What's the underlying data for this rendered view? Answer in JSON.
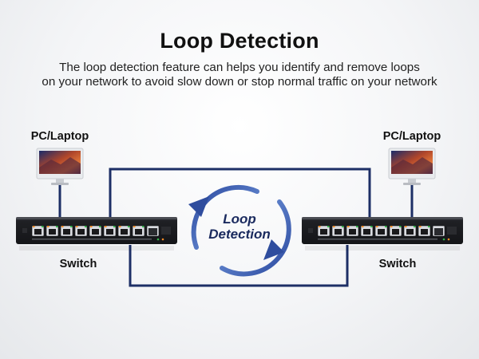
{
  "title": "Loop Detection",
  "description": {
    "line1": "The loop detection feature can helps you identify and remove loops",
    "line2": "on your network to avoid slow down or stop normal traffic on your network"
  },
  "left": {
    "pc_label": "PC/Laptop",
    "switch_label": "Switch"
  },
  "right": {
    "pc_label": "PC/Laptop",
    "switch_label": "Switch"
  },
  "center": {
    "line1": "Loop",
    "line2": "Detection"
  },
  "colors": {
    "loop_line": "#1d2f66",
    "cycle_arrow_dark": "#2c4aa0",
    "cycle_arrow_light": "#6f96dc",
    "switch_body": "#1b1c1f",
    "port_orange": "#f08a24",
    "port_green": "#33b24a"
  },
  "icons": {
    "pc": "monitor-icon",
    "switch": "network-switch-icon",
    "cycle": "cycle-arrows-icon"
  }
}
